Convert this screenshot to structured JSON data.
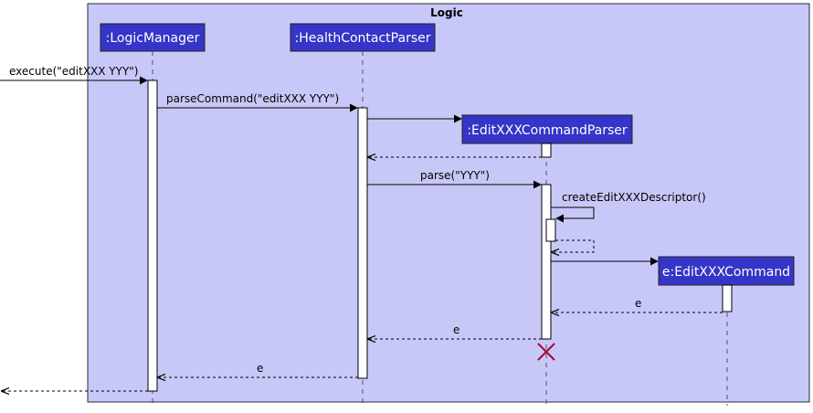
{
  "frame": {
    "title": "Logic"
  },
  "participants": {
    "logic_manager": ":LogicManager",
    "parser": ":HealthContactParser",
    "cmd_parser": ":EditXXXCommandParser",
    "command": "e:EditXXXCommand"
  },
  "messages": {
    "execute": "execute(\"editXXX YYY\")",
    "parse_command": "parseCommand(\"editXXX YYY\")",
    "parse": "parse(\"YYY\")",
    "create_descriptor": "createEditXXXDescriptor()",
    "return_e_1": "e",
    "return_e_2": "e",
    "return_e_3": "e"
  },
  "colors": {
    "frame_fill": "#c8c8f8",
    "participant_fill": "#3535c8",
    "destroy_mark": "#a80036"
  }
}
